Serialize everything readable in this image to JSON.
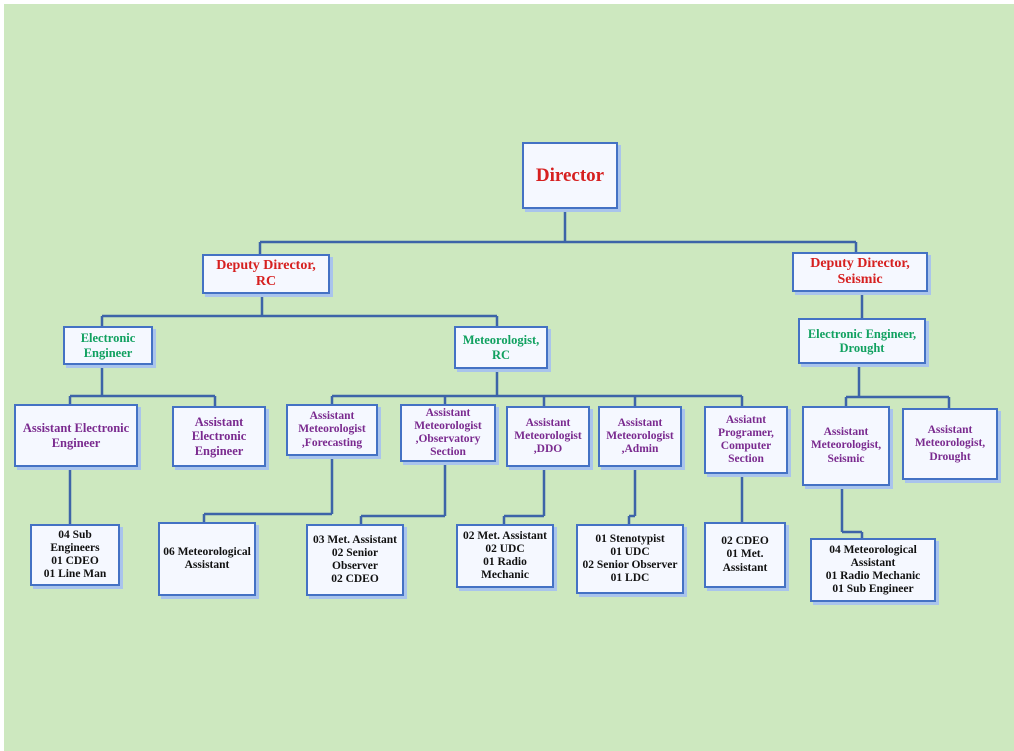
{
  "director": "Director",
  "deputy_rc": "Deputy Director, RC",
  "deputy_seismic": "Deputy Director, Seismic",
  "electronic_engineer": "Electronic Engineer",
  "meteorologist_rc": "Meteorologist, RC",
  "electronic_engineer_drought": "Electronic Engineer, Drought",
  "asst_electronic_engineer_1": "Assistant Electronic Engineer",
  "asst_electronic_engineer_2": "Assistant Electronic Engineer",
  "asst_met_forecasting": "Assistant Meteorologist ,Forecasting",
  "asst_met_observatory": "Assistant Meteorologist ,Observatory Section",
  "asst_met_ddo": "Assistant Meteorologist ,DDO",
  "asst_met_admin": "Assistant Meteorologist ,Admin",
  "asst_programer": "Assiatnt Programer, Computer Section",
  "asst_met_seismic": "Assistant Meteorologist, Seismic",
  "asst_met_drought": "Assistant Meteorologist, Drought",
  "staff_engineering": [
    "04  Sub Engineers",
    "01 CDEO",
    "01 Line Man"
  ],
  "staff_forecasting": [
    "06 Meteorological Assistant"
  ],
  "staff_observatory": [
    "03 Met. Assistant",
    "02 Senior Observer",
    "02 CDEO"
  ],
  "staff_ddo": [
    "02 Met. Assistant",
    "02 UDC",
    "01 Radio Mechanic"
  ],
  "staff_admin": [
    "01 Stenotypist",
    "01 UDC",
    "02 Senior Observer",
    "01 LDC"
  ],
  "staff_computer": [
    "02 CDEO",
    "01 Met. Assistant"
  ],
  "staff_seismic": [
    "04 Meteorological Assistant",
    "01 Radio Mechanic",
    "01 Sub Engineer"
  ],
  "colors": {
    "background": "#cde8bf",
    "box_border": "#4472c4",
    "connector": "#3d64a8",
    "title_red": "#d62020",
    "engineer_green": "#11a160",
    "assistant_purple": "#7a2a8f"
  }
}
